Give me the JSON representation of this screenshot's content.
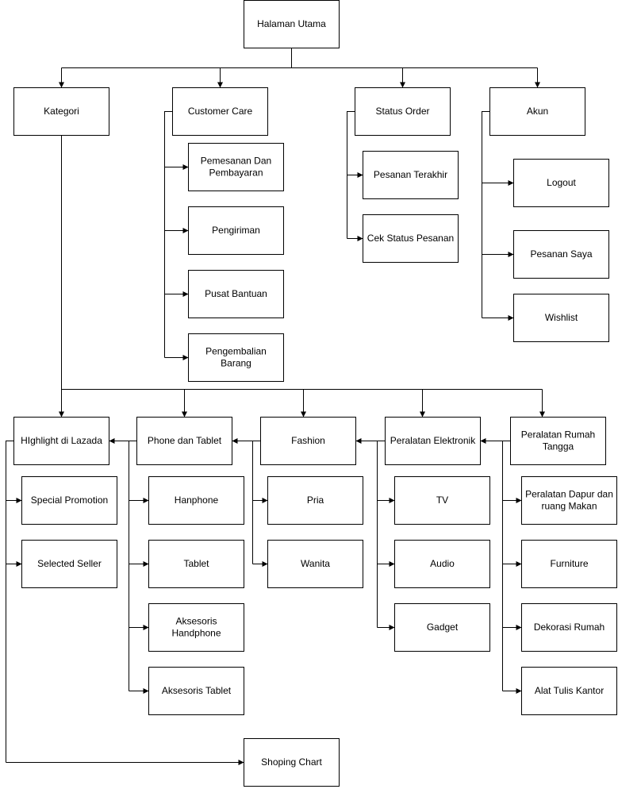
{
  "nodes": {
    "root": [
      "Halaman Utama"
    ],
    "kategori": [
      "Kategori"
    ],
    "customer_care": [
      "Customer Care"
    ],
    "status_order": [
      "Status Order"
    ],
    "akun": [
      "Akun"
    ],
    "pemesanan": [
      "Pemesanan Dan",
      "Pembayaran"
    ],
    "pengiriman": [
      "Pengiriman"
    ],
    "pusat_bantuan": [
      "Pusat Bantuan"
    ],
    "pengembalian": [
      "Pengembalian",
      "Barang"
    ],
    "pesanan_terakhir": [
      "Pesanan Terakhir"
    ],
    "cek_status": [
      "Cek Status Pesanan"
    ],
    "logout": [
      "Logout"
    ],
    "pesanan_saya": [
      "Pesanan Saya"
    ],
    "wishlist": [
      "Wishlist"
    ],
    "highlight": [
      "HIghlight di Lazada"
    ],
    "phone_tablet": [
      "Phone dan Tablet"
    ],
    "fashion": [
      "Fashion"
    ],
    "elektronik": [
      "Peralatan Elektronik"
    ],
    "rumah_tangga": [
      "Peralatan Rumah",
      "Tangga"
    ],
    "special_promotion": [
      "Special Promotion"
    ],
    "selected_seller": [
      "Selected Seller"
    ],
    "hanphone": [
      "Hanphone"
    ],
    "tablet": [
      "Tablet"
    ],
    "aks_handphone": [
      "Aksesoris",
      "Handphone"
    ],
    "aks_tablet": [
      "Aksesoris Tablet"
    ],
    "pria": [
      "Pria"
    ],
    "wanita": [
      "Wanita"
    ],
    "tv": [
      "TV"
    ],
    "audio": [
      "Audio"
    ],
    "gadget": [
      "Gadget"
    ],
    "dapur": [
      "Peralatan Dapur dan",
      "ruang Makan"
    ],
    "furniture": [
      "Furniture"
    ],
    "dekorasi": [
      "Dekorasi Rumah"
    ],
    "alat_tulis": [
      "Alat Tulis Kantor"
    ],
    "shoping_chart": [
      "Shoping Chart"
    ]
  }
}
